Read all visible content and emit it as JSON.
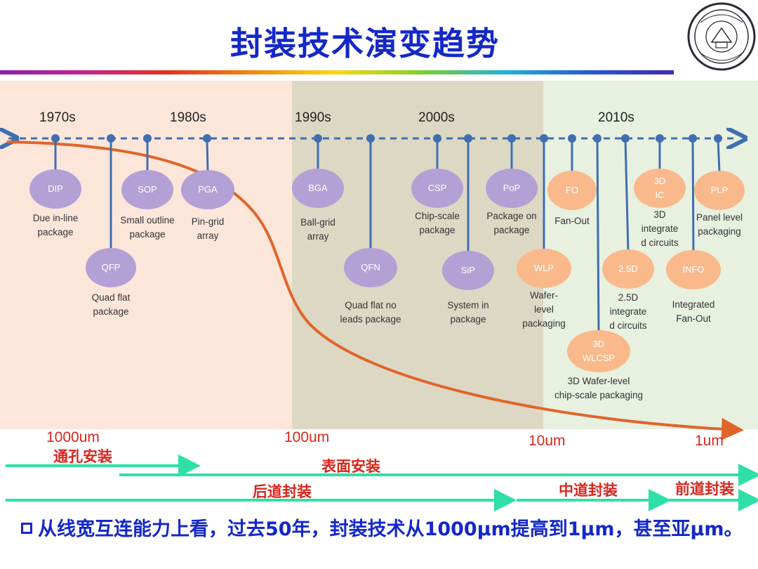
{
  "title": "封装技术演变趋势",
  "decades": [
    "1970s",
    "1980s",
    "1990s",
    "2000s",
    "2010s"
  ],
  "packages": [
    {
      "bubble": "DIP",
      "caption": "Due in-line\npackage"
    },
    {
      "bubble": "QFP",
      "caption": "Quad flat\npackage"
    },
    {
      "bubble": "SOP",
      "caption": "Small outline\npackage"
    },
    {
      "bubble": "PGA",
      "caption": "Pin-grid\narray"
    },
    {
      "bubble": "BGA",
      "caption": "Ball-grid\narray"
    },
    {
      "bubble": "QFN",
      "caption": "Quad flat no\nleads  package"
    },
    {
      "bubble": "CSP",
      "caption": "Chip-scale\npackage"
    },
    {
      "bubble": "SiP",
      "caption": "System in\npackage"
    },
    {
      "bubble": "PoP",
      "caption": "Package on\npackage"
    },
    {
      "bubble": "WLP",
      "caption": "Wafer-\nlevel\npackaging"
    },
    {
      "bubble": "FO",
      "caption": "Fan-Out"
    },
    {
      "bubble": "3D\nWLCSP",
      "caption": "3D Wafer-level\nchip-scale packaging"
    },
    {
      "bubble": "2.5D",
      "caption": "2.5D\nintegrate\nd circuits"
    },
    {
      "bubble": "3D\nIC",
      "caption": "3D\nintegrate\nd circuits"
    },
    {
      "bubble": "INFO",
      "caption": "Integrated\nFan-Out"
    },
    {
      "bubble": "PLP",
      "caption": "Panel level\npackaging"
    }
  ],
  "scale_labels": [
    "1000um",
    "100um",
    "10um",
    "1um"
  ],
  "mount_labels": {
    "through_hole": "通孔安装",
    "surface": "表面安装"
  },
  "stage_labels": {
    "back_end": "后道封装",
    "middle_end": "中道封装",
    "front_end": "前道封装"
  },
  "bullet": "从线宽互连能力上看，过去50年，封装技术从1000μm提高到1μm，甚至亚μm。",
  "colors": {
    "title": "#1428c8",
    "purple_bubble": "#b3a0d4",
    "orange_bubble": "#f9b98a",
    "curve": "#e0652a",
    "arrow": "#2ee0a8",
    "red_text": "#d9261c",
    "axis": "#3f6fb0"
  }
}
